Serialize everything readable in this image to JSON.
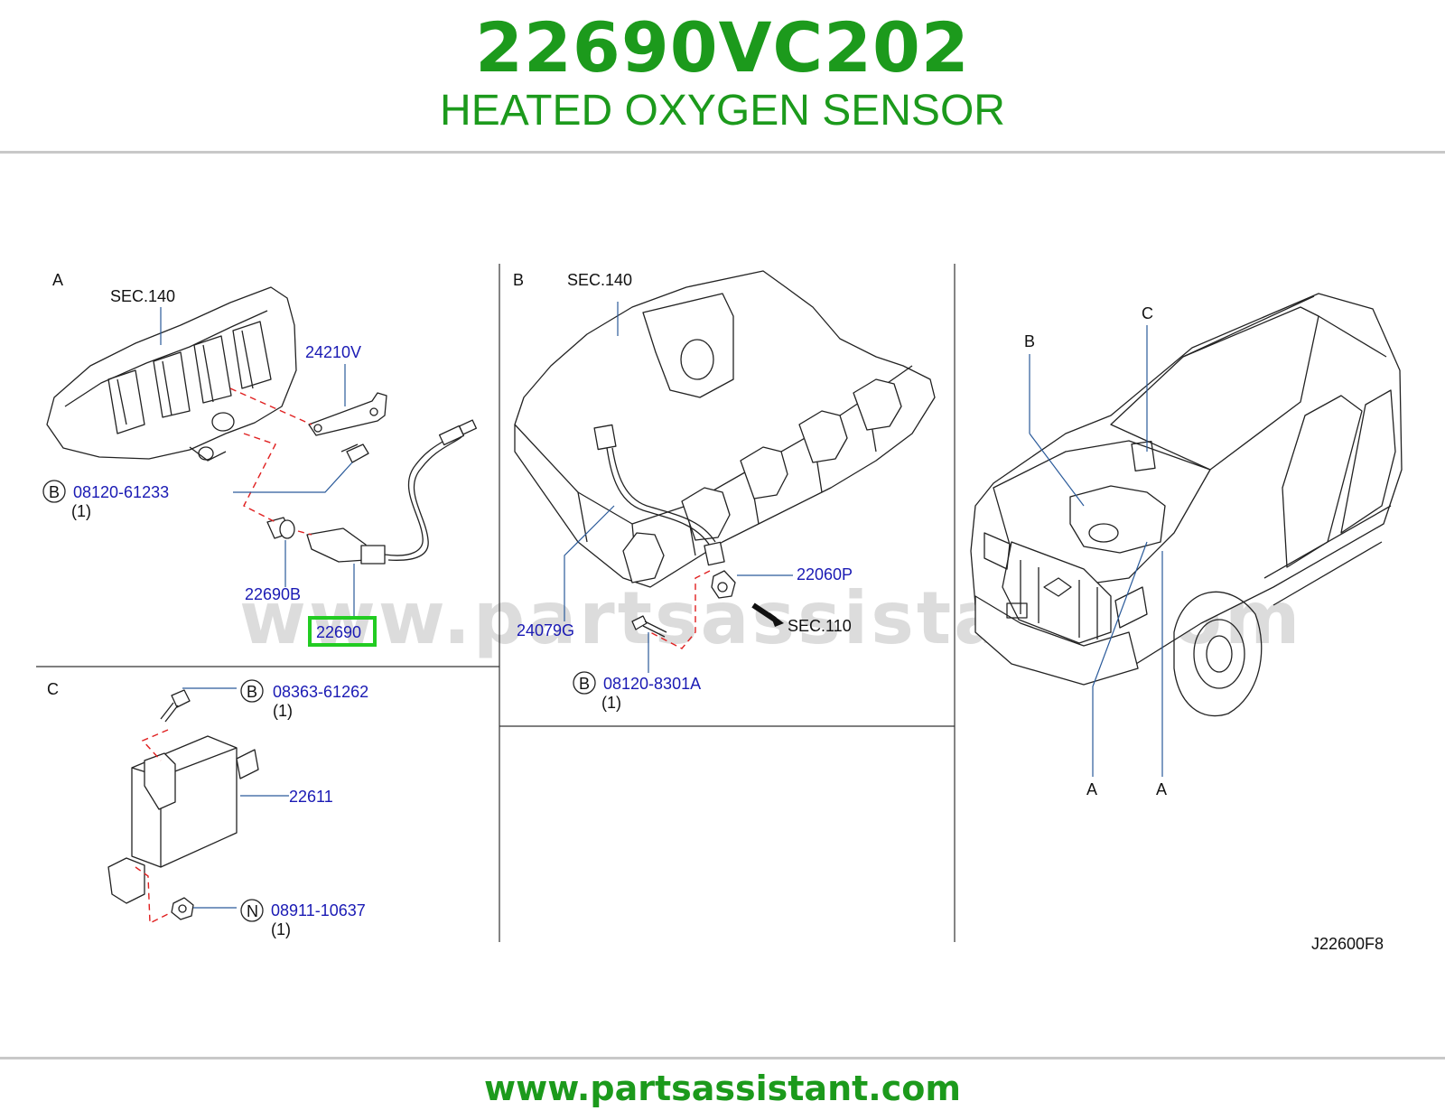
{
  "header": {
    "part_number": "22690VC202",
    "description": "HEATED OXYGEN SENSOR"
  },
  "footer": {
    "url": "www.partsassistant.com"
  },
  "watermark": "www.partsassistant.com",
  "diagram_code": "J22600F8",
  "colors": {
    "brand_green": "#1c9a1c",
    "callout_blue": "#1a1ab4",
    "highlight_green": "#22cc22",
    "dash_red": "#e02020"
  },
  "panel_a": {
    "letter": "A",
    "labels": {
      "sec140": "SEC.140",
      "p24210v": "24210V",
      "b_symbol": "B",
      "p0812061233": "08120-61233",
      "qty1": "(1)",
      "p22690b": "22690B",
      "p22690": "22690"
    }
  },
  "panel_b": {
    "letter": "B",
    "labels": {
      "sec140": "SEC.140",
      "p22060p": "22060P",
      "sec110": "SEC.110",
      "p24079g": "24079G",
      "b_symbol": "B",
      "p081208301a": "08120-8301A",
      "qty1": "(1)"
    }
  },
  "panel_c": {
    "letter": "C",
    "labels": {
      "b_symbol": "B",
      "p0836361262": "08363-61262",
      "qty1a": "(1)",
      "p22611": "22611",
      "n_symbol": "N",
      "p0891110637": "08911-10637",
      "qty1b": "(1)"
    }
  },
  "vehicle": {
    "labels": {
      "b": "B",
      "c": "C",
      "a1": "A",
      "a2": "A"
    }
  }
}
